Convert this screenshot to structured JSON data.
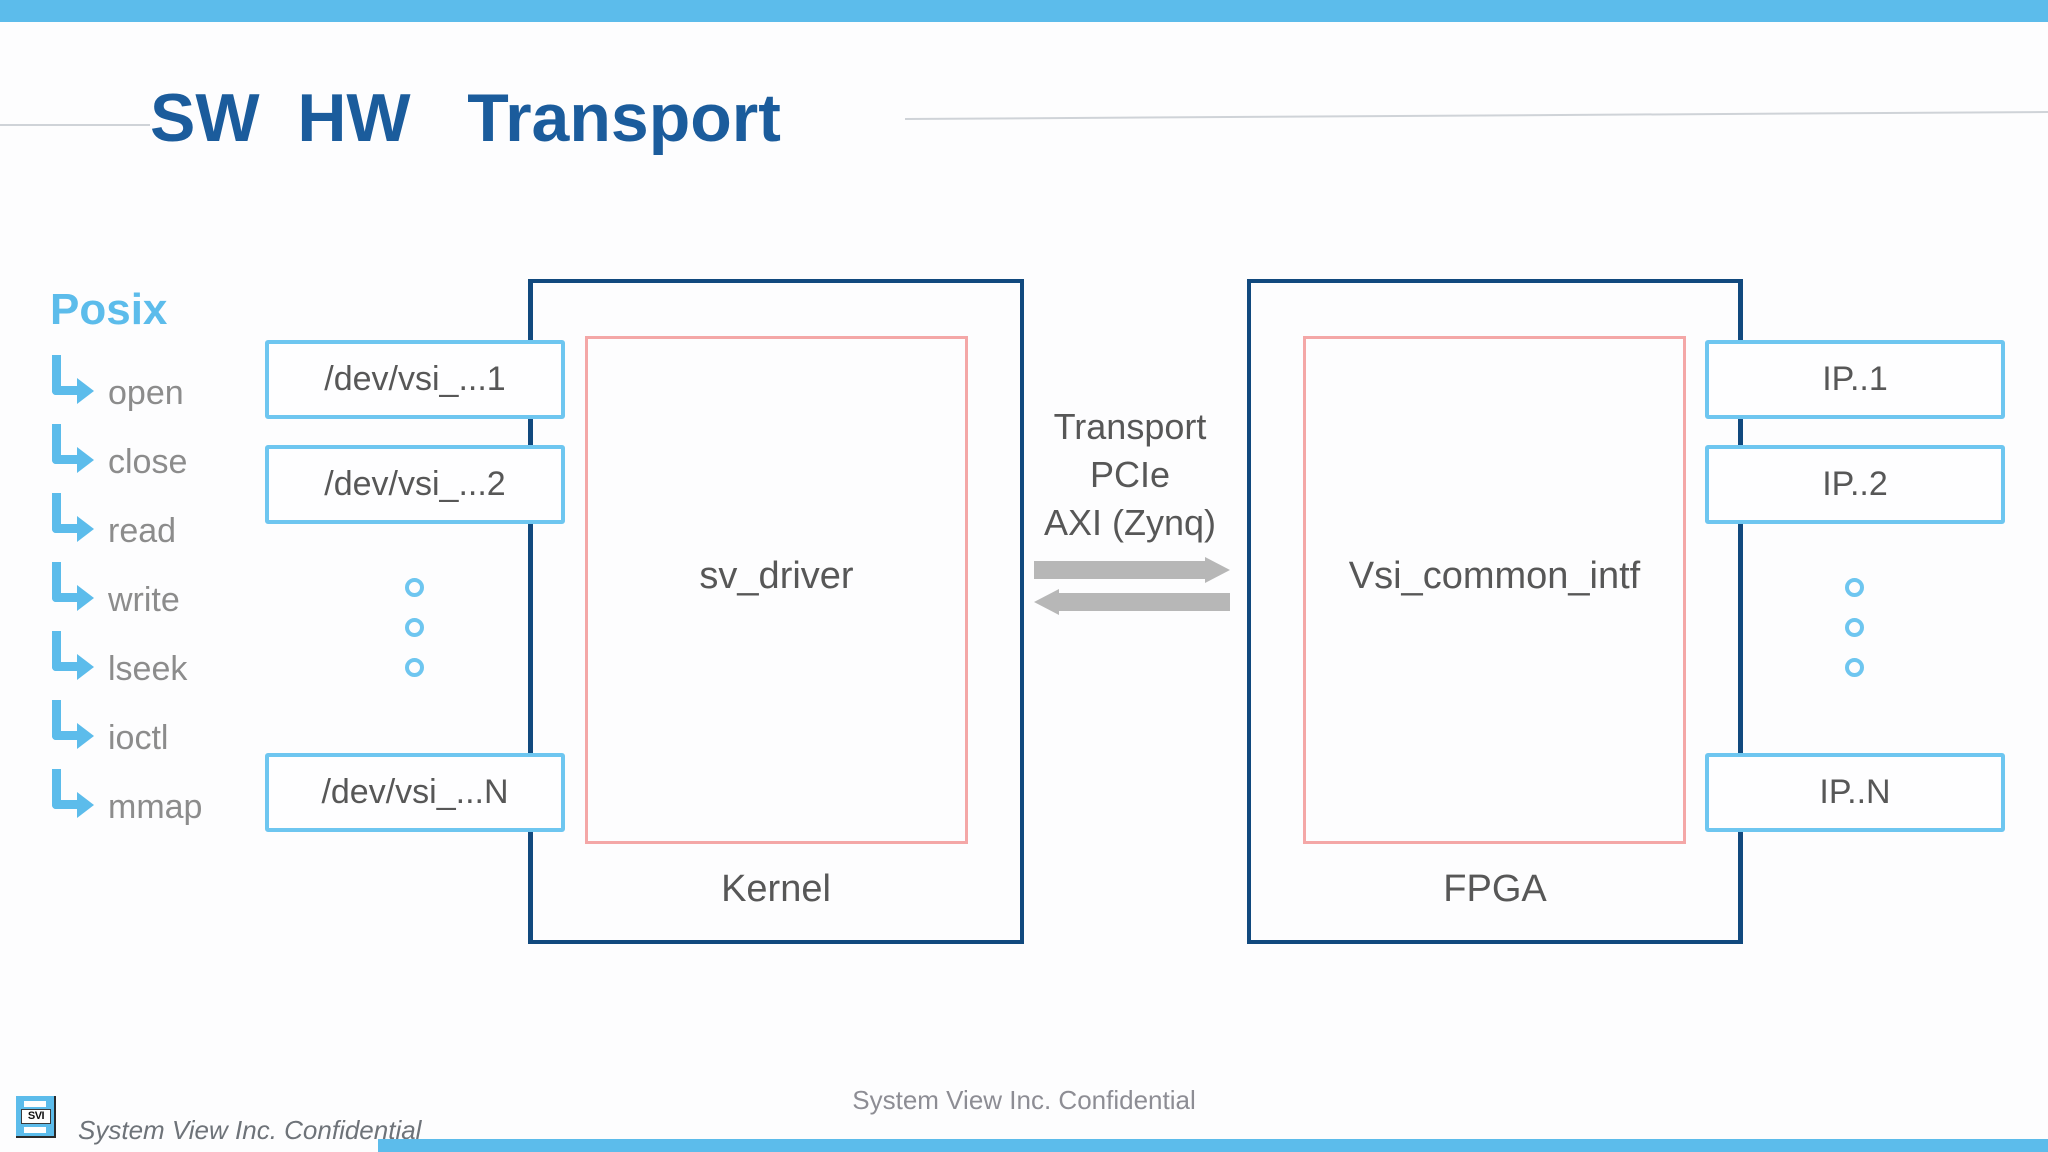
{
  "slide": {
    "title": "SW  HW   Transport",
    "accent_color": "#5cbceb",
    "title_color": "#1b5c9c",
    "outer_box_color": "#11497e",
    "inner_box_color": "#f4a7a7",
    "arrow_color": "#b7b7b7"
  },
  "posix": {
    "heading": "Posix",
    "items": [
      {
        "label": "open"
      },
      {
        "label": "close"
      },
      {
        "label": "read"
      },
      {
        "label": "write"
      },
      {
        "label": "lseek"
      },
      {
        "label": "ioctl"
      },
      {
        "label": "mmap"
      }
    ]
  },
  "devices": {
    "boxes": [
      {
        "label": "/dev/vsi_...1"
      },
      {
        "label": "/dev/vsi_...2"
      },
      {
        "label": "/dev/vsi_...N"
      }
    ],
    "ellipsis": "vertical-dots"
  },
  "kernel": {
    "bottom_label": "Kernel",
    "driver_label": "sv_driver"
  },
  "transport": {
    "lines": [
      "Transport",
      "PCIe",
      "AXI (Zynq)"
    ],
    "arrow_forward": "arrow-right",
    "arrow_backward": "arrow-left"
  },
  "fpga": {
    "bottom_label": "FPGA",
    "intf_label": "Vsi_common_intf"
  },
  "ip_blocks": {
    "boxes": [
      {
        "label": "IP..1"
      },
      {
        "label": "IP..2"
      },
      {
        "label": "IP..N"
      }
    ],
    "ellipsis": "vertical-dots"
  },
  "footer": {
    "center_text": "System View Inc. Confidential",
    "left_text": "System View Inc. Confidential",
    "logo_text": "SVI"
  }
}
